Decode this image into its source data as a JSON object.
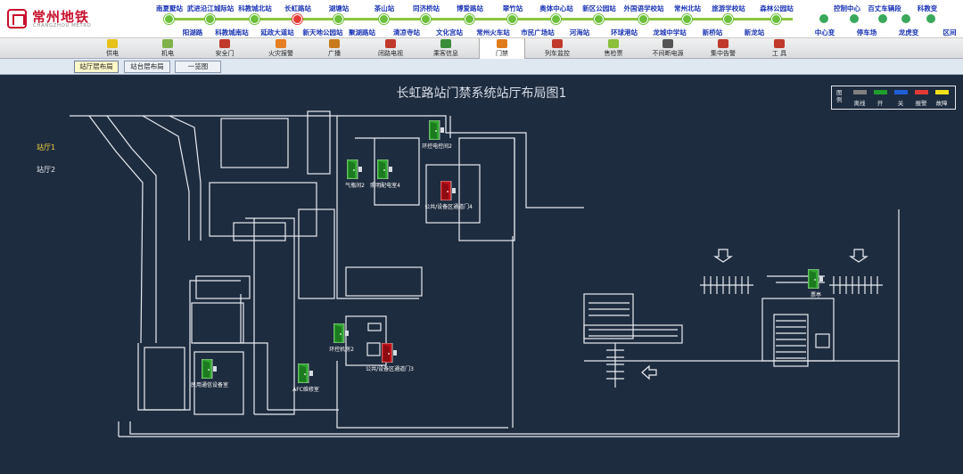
{
  "logo": {
    "cn": "常州地铁",
    "en": "CHANGZHOU METRO"
  },
  "stations_top": [
    "南夏墅站",
    "武进沿江城际站",
    "科教城北站",
    "长虹路站",
    "湖塘站",
    "茶山站",
    "同济桥站",
    "博爱路站",
    "翠竹站",
    "奥体中心站",
    "新区公园站",
    "外国语学校站",
    "常州北站",
    "旅游学校站",
    "森林公园站"
  ],
  "stations_bottom": [
    "阳湖路",
    "科教城南站",
    "延政大道站",
    "新天地公园站",
    "聚湖路站",
    "清凉寺站",
    "文化宫站",
    "常州火车站",
    "市民广场站",
    "河海站",
    "环球港站",
    "龙城中学站",
    "新桥站",
    "新龙站"
  ],
  "current_station": "长虹路站",
  "extra_top": [
    "控制中心",
    "百丈车辆段",
    "科教变"
  ],
  "extra_bottom": [
    "中心变",
    "停车场",
    "龙虎变",
    "区间"
  ],
  "toolbar": [
    {
      "label": "供电",
      "icon": "power-icon"
    },
    {
      "label": "机电",
      "icon": "mechanical-icon"
    },
    {
      "label": "安全门",
      "icon": "platform-door-icon"
    },
    {
      "label": "火灾报警",
      "icon": "fire-alarm-icon"
    },
    {
      "label": "广播",
      "icon": "broadcast-icon"
    },
    {
      "label": "闭路电视",
      "icon": "cctv-icon"
    },
    {
      "label": "乘客信息",
      "icon": "passenger-info-icon"
    },
    {
      "label": "门禁",
      "icon": "access-control-icon"
    },
    {
      "label": "列车监控",
      "icon": "train-monitor-icon"
    },
    {
      "label": "售检票",
      "icon": "ticketing-icon"
    },
    {
      "label": "不间断电源",
      "icon": "ups-icon"
    },
    {
      "label": "集中告警",
      "icon": "central-alarm-icon"
    },
    {
      "label": "工 具",
      "icon": "tools-icon"
    }
  ],
  "active_tool": "门禁",
  "tabs": [
    "站厅层布局",
    "站台层布局",
    "一览图"
  ],
  "active_tab": "站厅层布局",
  "map_title": "长虹路站门禁系统站厅布局图1",
  "hall_nav": [
    "站厅1",
    "站厅2"
  ],
  "active_hall": "站厅1",
  "legend": {
    "title": "图例",
    "items": [
      {
        "label": "离线",
        "color": "#808080"
      },
      {
        "label": "开",
        "color": "#1e9e2c"
      },
      {
        "label": "关",
        "color": "#1f5fd6"
      },
      {
        "label": "报警",
        "color": "#e53935"
      },
      {
        "label": "故障",
        "color": "#f2e01a"
      }
    ]
  },
  "doors": [
    {
      "label": "环控电控间2",
      "status": "open"
    },
    {
      "label": "气瓶间2",
      "status": "open"
    },
    {
      "label": "照明配电室4",
      "status": "open"
    },
    {
      "label": "公共/设备区通道门4",
      "status": "alarm"
    },
    {
      "label": "票亭",
      "status": "open"
    },
    {
      "label": "环控机房2",
      "status": "open"
    },
    {
      "label": "公共/设备区通道门3",
      "status": "alarm"
    },
    {
      "label": "民用通信设备室",
      "status": "open"
    },
    {
      "label": "AFC维修室",
      "status": "open"
    }
  ],
  "colors": {
    "open": "#2ea52f",
    "alarm": "#c0121b",
    "bg": "#1e2c3f",
    "line": "#e8ecf2"
  }
}
